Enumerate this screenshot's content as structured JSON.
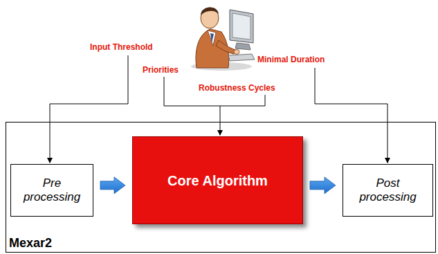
{
  "diagram": {
    "nodes": [
      {
        "text": [
          "Mexar2"
        ]
      },
      {
        "text": [
          "Pre processing"
        ],
        "in": 0
      },
      {
        "text": [
          "Core Algorithm"
        ],
        "in": 0
      },
      {
        "text": [
          "Post processing"
        ],
        "in": 0
      }
    ],
    "edges": [
      {
        "from": 1,
        "to": 2,
        "arrow": "to"
      },
      {
        "from": 2,
        "to": 3,
        "arrow": "to"
      }
    ],
    "labels": [
      "Input Threshold",
      "Priorities",
      "Robustness Cycles",
      "Minimal Duration"
    ]
  }
}
